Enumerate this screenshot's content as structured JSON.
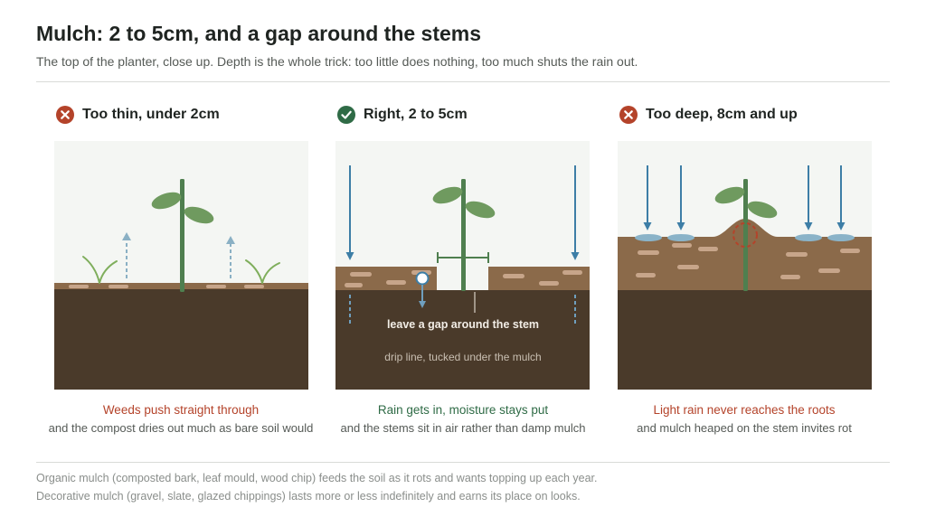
{
  "header": {
    "title": "Mulch: 2 to 5cm, and a gap around the stems",
    "subtitle": "The top of the planter, close up. Depth is the whole trick: too little does nothing, too much shuts the rain out."
  },
  "colors": {
    "bad": "#b4432a",
    "good": "#2f6b46",
    "sky": "#f4f6f3",
    "soil": "#4a3a2a",
    "mulch": "#8b6a4a",
    "mulch_chip": "#c7a58a",
    "stem": "#4f7f4f",
    "leaf": "#6f9a5f",
    "water": "#3d7ea6",
    "puddle": "#8ab3c8"
  },
  "panels": [
    {
      "status": "bad",
      "icon": "cross-icon",
      "label": "Too thin, under 2cm",
      "caption_main": "Weeds push straight through",
      "caption_sub": "and the compost dries out much as bare soil would"
    },
    {
      "status": "good",
      "icon": "check-icon",
      "label": "Right, 2 to 5cm",
      "caption_main": "Rain gets in, moisture stays put",
      "caption_sub": "and the stems sit in air rather than damp mulch",
      "annotation_gap": "leave a gap around the stem",
      "annotation_drip": "drip line, tucked under the mulch"
    },
    {
      "status": "bad",
      "icon": "cross-icon",
      "label": "Too deep, 8cm and up",
      "caption_main": "Light rain never reaches the roots",
      "caption_sub": "and mulch heaped on the stem invites rot"
    }
  ],
  "footnotes": [
    "Organic mulch (composted bark, leaf mould, wood chip) feeds the soil as it rots and wants topping up each year.",
    "Decorative mulch (gravel, slate, glazed chippings) lasts more or less indefinitely and earns its place on looks."
  ]
}
